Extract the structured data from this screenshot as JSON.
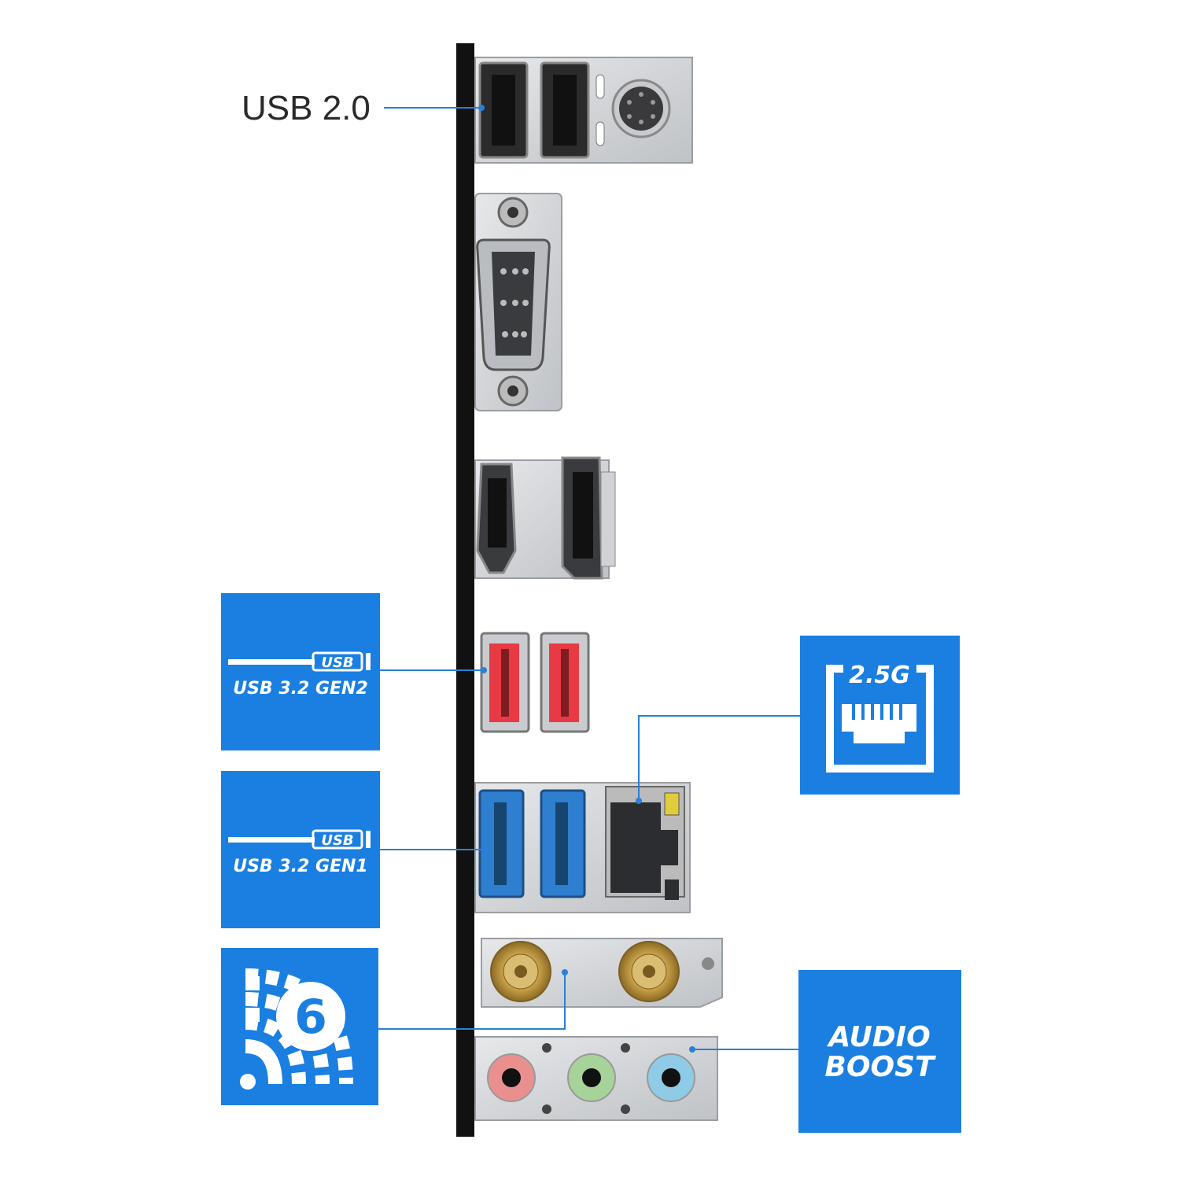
{
  "labels": {
    "usb20": "USB 2.0",
    "usb_logo": "USB",
    "usb_gen2": "USB 3.2 GEN2",
    "usb_gen1": "USB 3.2 GEN1",
    "lan_speed": "2.5G",
    "wifi_version": "6",
    "audio_line1": "AUDIO",
    "audio_line2": "BOOST"
  },
  "colors": {
    "badge_blue": "#1a7fe0",
    "leader_line": "#2b7fd6",
    "bracket": "#111111",
    "metal": "#d7d9dc",
    "usb2_port": "#2b2b2b",
    "usb_gen2_port": "#e83a44",
    "usb_gen1_port": "#2f7fd0",
    "antenna_gold": "#c8a24a",
    "audio_pink": "#e9908f",
    "audio_green": "#a7d39a",
    "audio_blue": "#8fcbe6"
  },
  "icons": [
    "usb-icon",
    "ethernet-icon",
    "wifi-icon"
  ]
}
